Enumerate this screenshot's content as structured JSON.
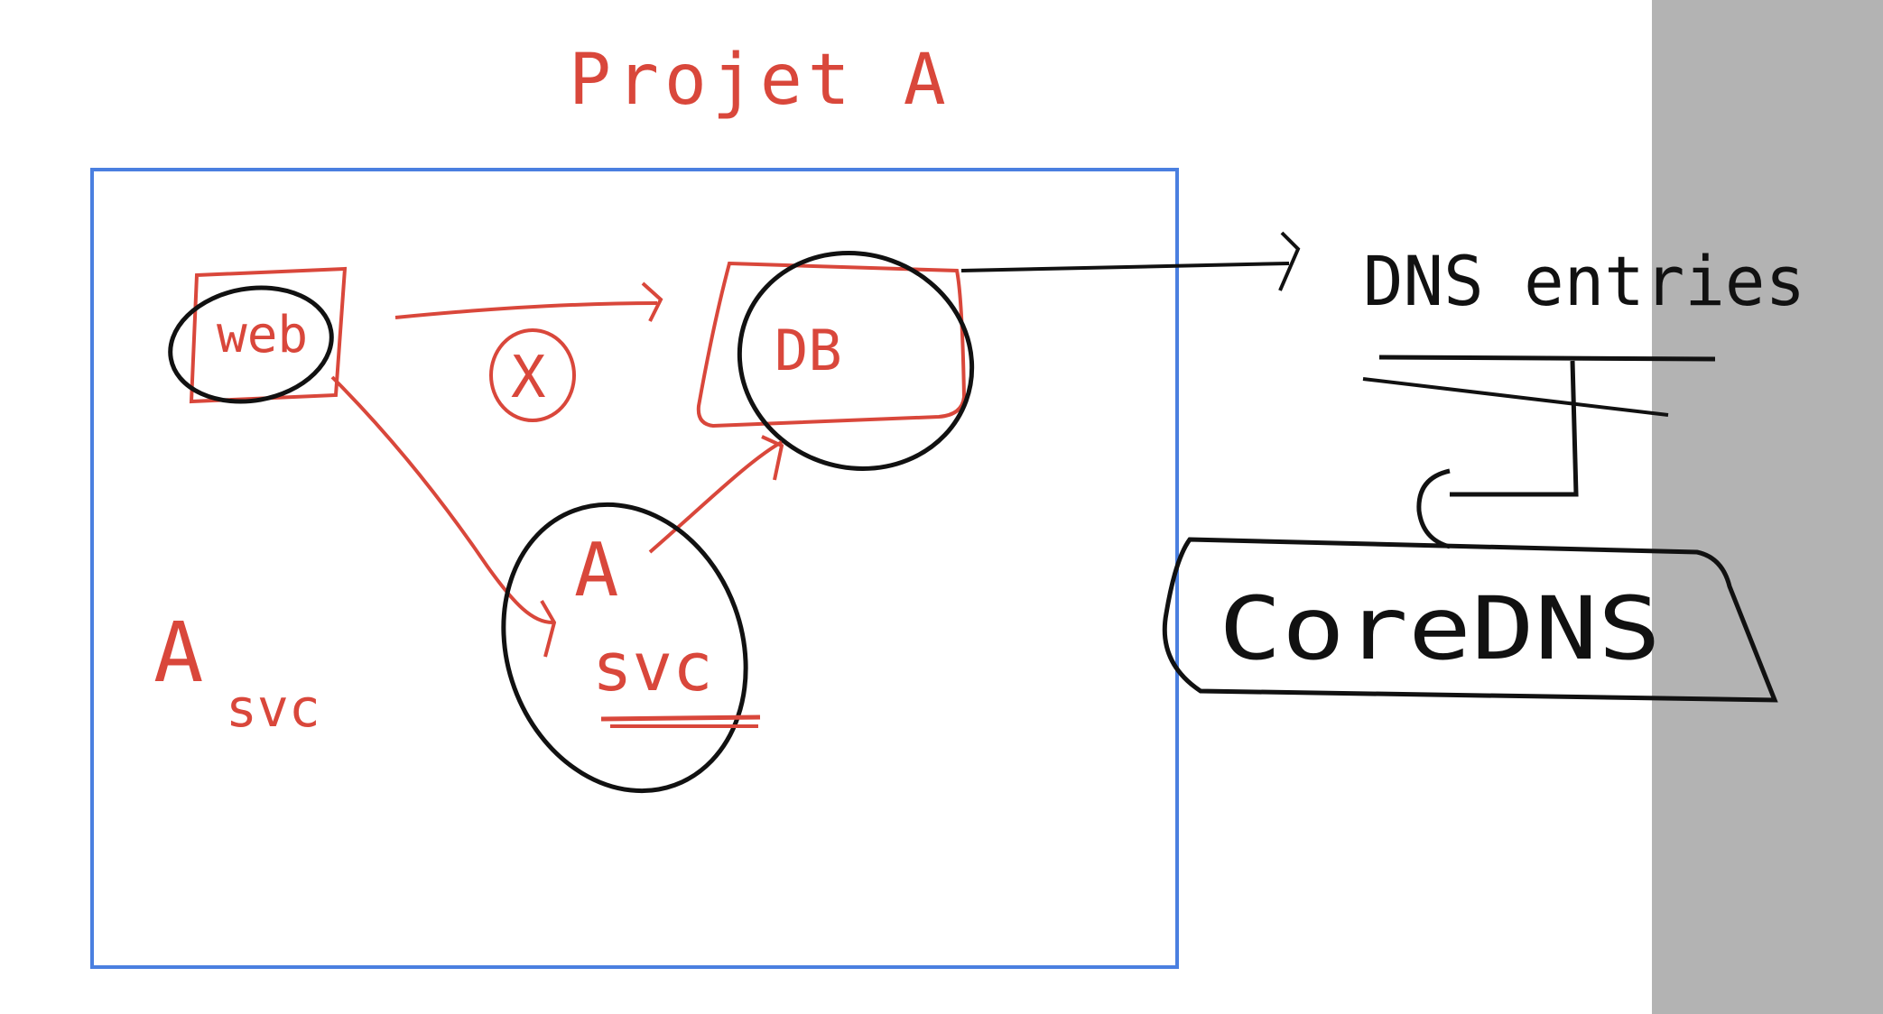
{
  "colors": {
    "red": "#d9473b",
    "black": "#111111",
    "blue": "#4a7fe0",
    "gray": "#b3b3b3",
    "background": "#ffffff"
  },
  "title": "Projet A",
  "nodes": {
    "web": "web",
    "db": "DB",
    "svc": "svc",
    "asvc_letter": "A",
    "asvc_sub": "svc",
    "blocked_mark": "X"
  },
  "dns_entries": "DNS entries",
  "coredns": "CoreDNS"
}
